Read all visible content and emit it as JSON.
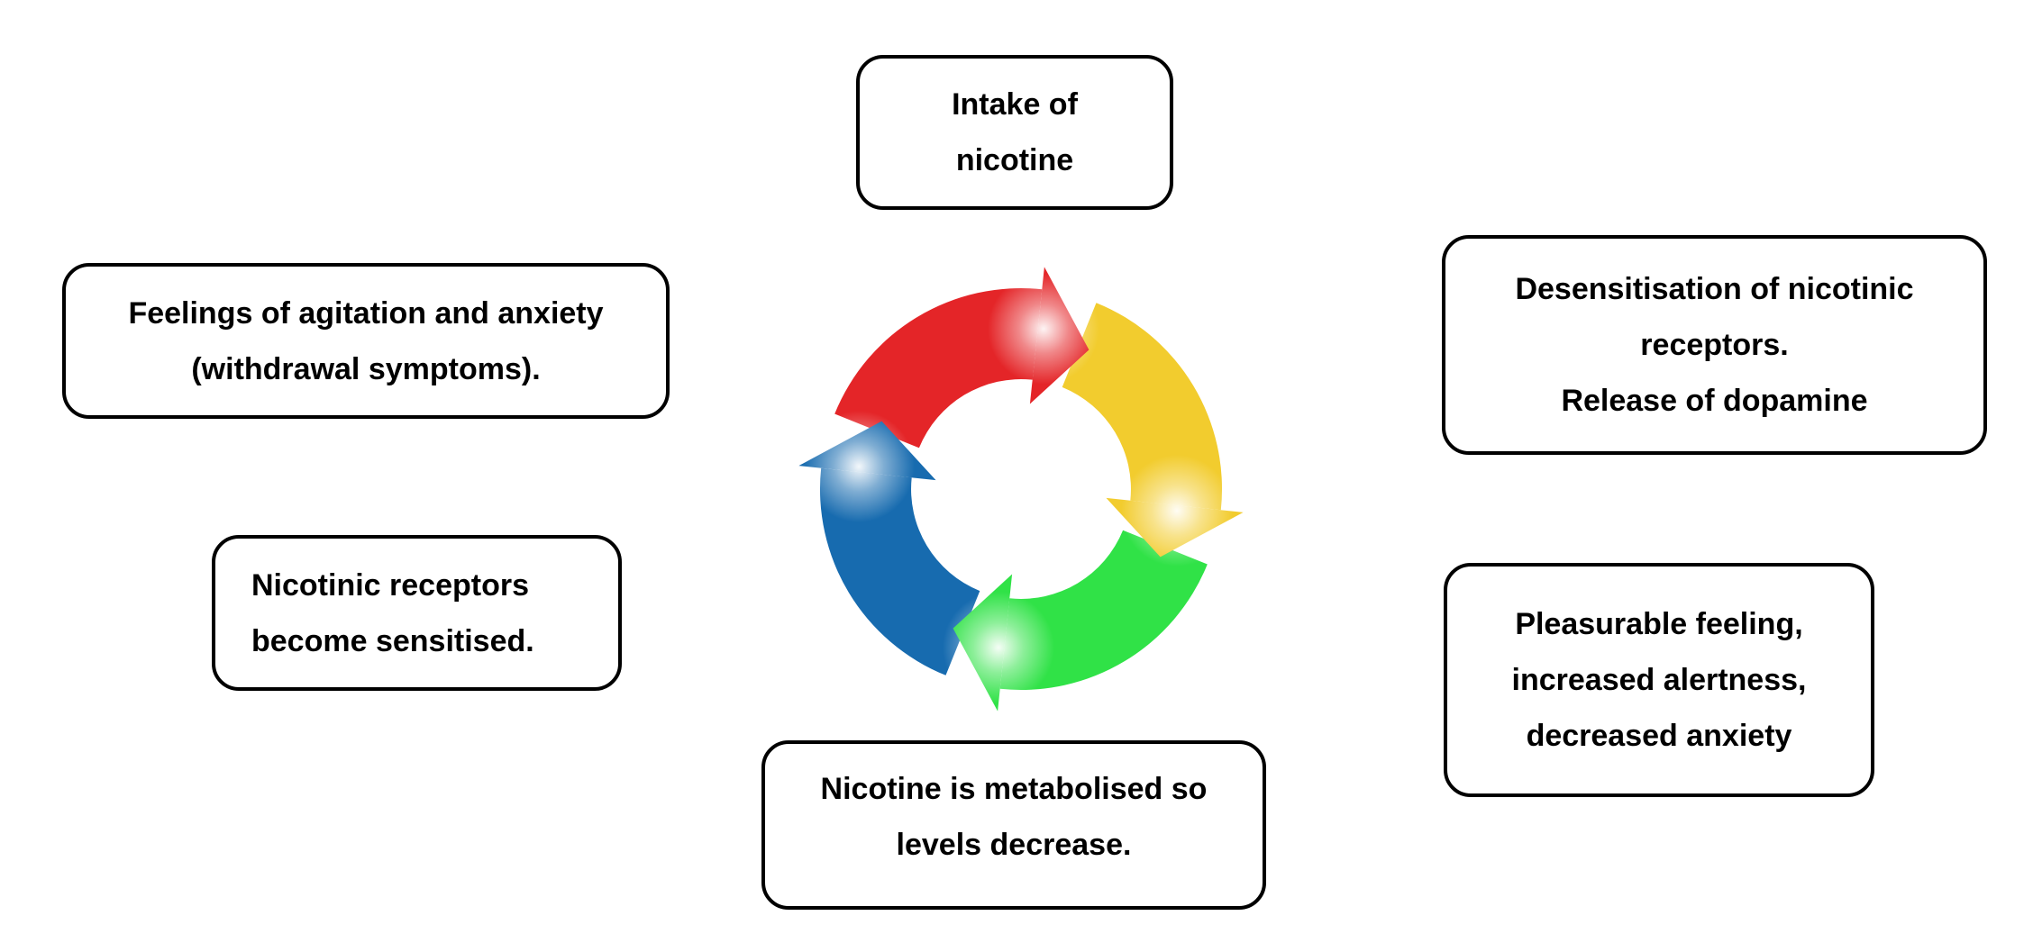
{
  "nodes": {
    "top": {
      "lines": [
        "Intake of",
        "nicotine"
      ]
    },
    "right_top": {
      "lines": [
        "Desensitisation of nicotinic",
        "receptors.",
        "Release of dopamine"
      ]
    },
    "right_bottom": {
      "lines": [
        "Pleasurable feeling,",
        "increased alertness,",
        "decreased anxiety"
      ]
    },
    "bottom": {
      "lines": [
        "Nicotine is metabolised so",
        "levels decrease."
      ]
    },
    "left_bottom": {
      "lines": [
        "Nicotinic receptors",
        "become sensitised."
      ]
    },
    "left_top": {
      "lines": [
        "Feelings of agitation and anxiety",
        "(withdrawal symptoms)."
      ]
    }
  },
  "box_style": {
    "border_color": "#000000",
    "fill": "#ffffff",
    "text_color": "#000000"
  },
  "cycle": {
    "type": "circular-arrow-cycle",
    "direction": "clockwise",
    "arrows": [
      {
        "name": "red-arrow",
        "position": "top-to-right",
        "color": "#e42528"
      },
      {
        "name": "yellow-arrow",
        "position": "right-to-bottom",
        "color": "#f2cc2e"
      },
      {
        "name": "green-arrow",
        "position": "bottom-to-left",
        "color": "#30e247"
      },
      {
        "name": "blue-arrow",
        "position": "left-to-top",
        "color": "#176baf"
      }
    ]
  }
}
